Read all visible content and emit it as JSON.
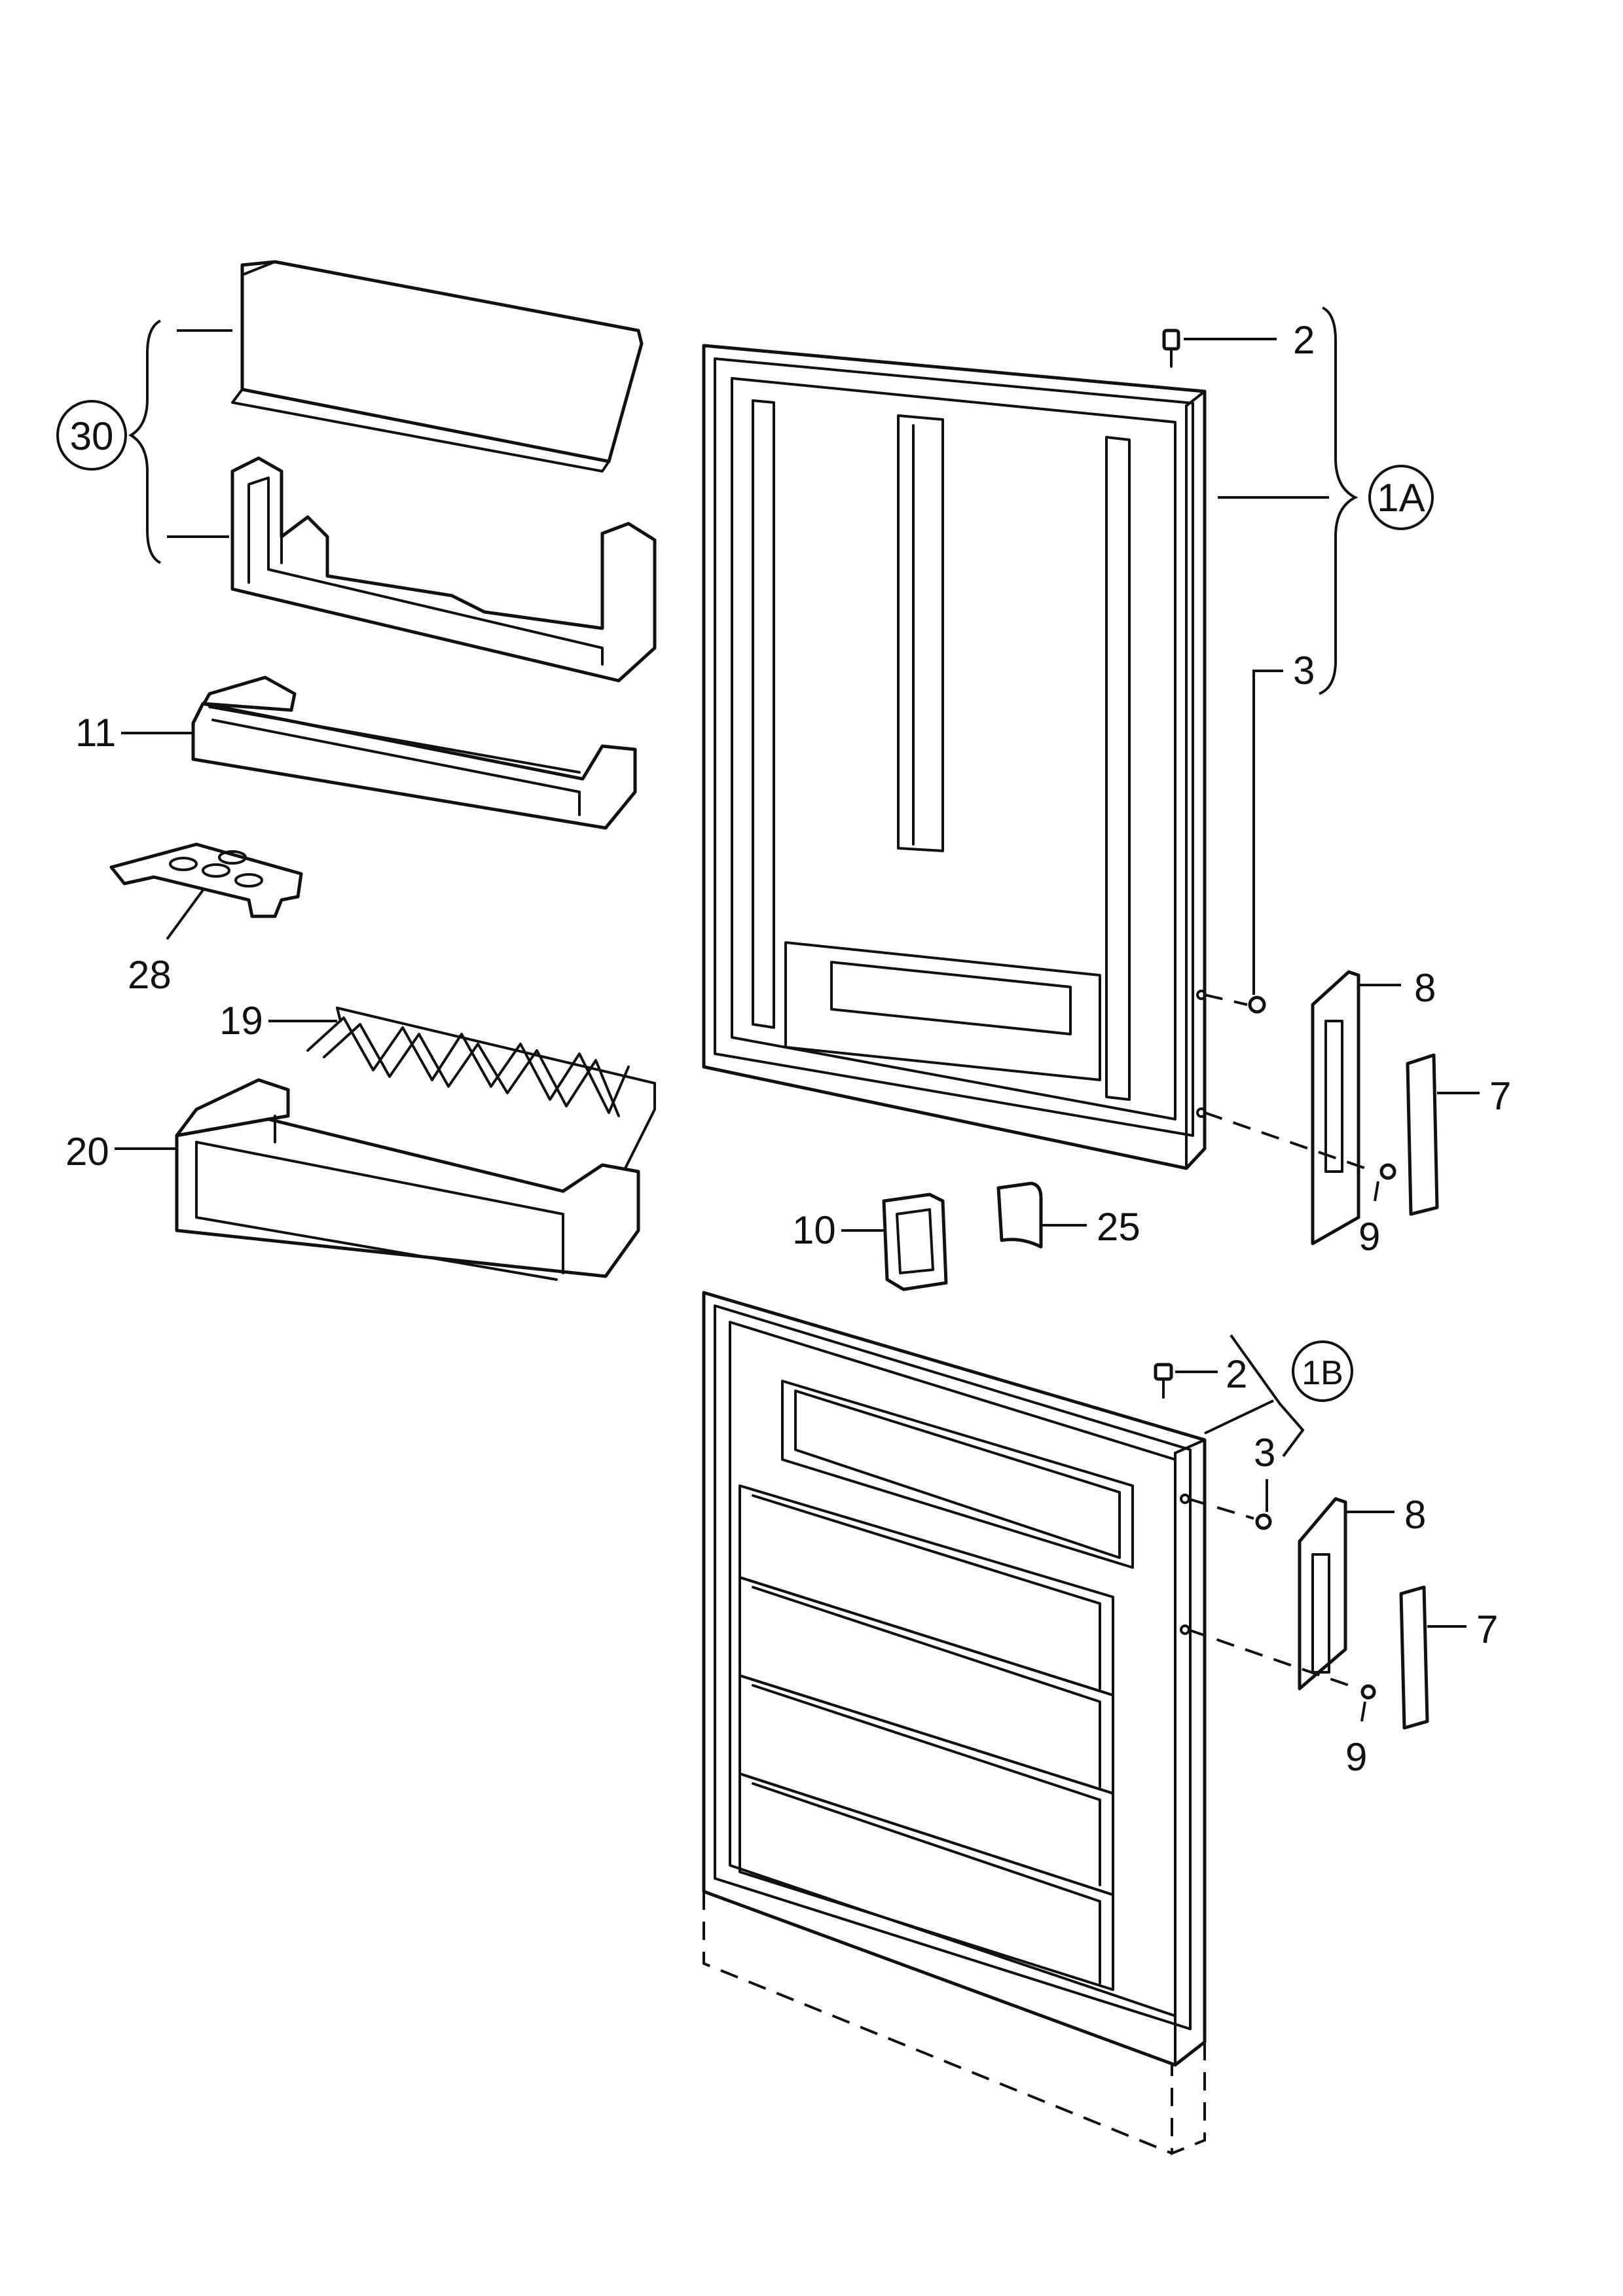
{
  "callouts": {
    "c30": "30",
    "c11": "11",
    "c28": "28",
    "c19": "19",
    "c20": "20",
    "c2_top": "2",
    "c1A": "1A",
    "c3_top": "3",
    "c8_top": "8",
    "c7_top": "7",
    "c9_top": "9",
    "c10": "10",
    "c25": "25",
    "c2_bot": "2",
    "c1B": "1B",
    "c3_bot": "3",
    "c8_bot": "8",
    "c7_bot": "7",
    "c9_bot": "9"
  }
}
